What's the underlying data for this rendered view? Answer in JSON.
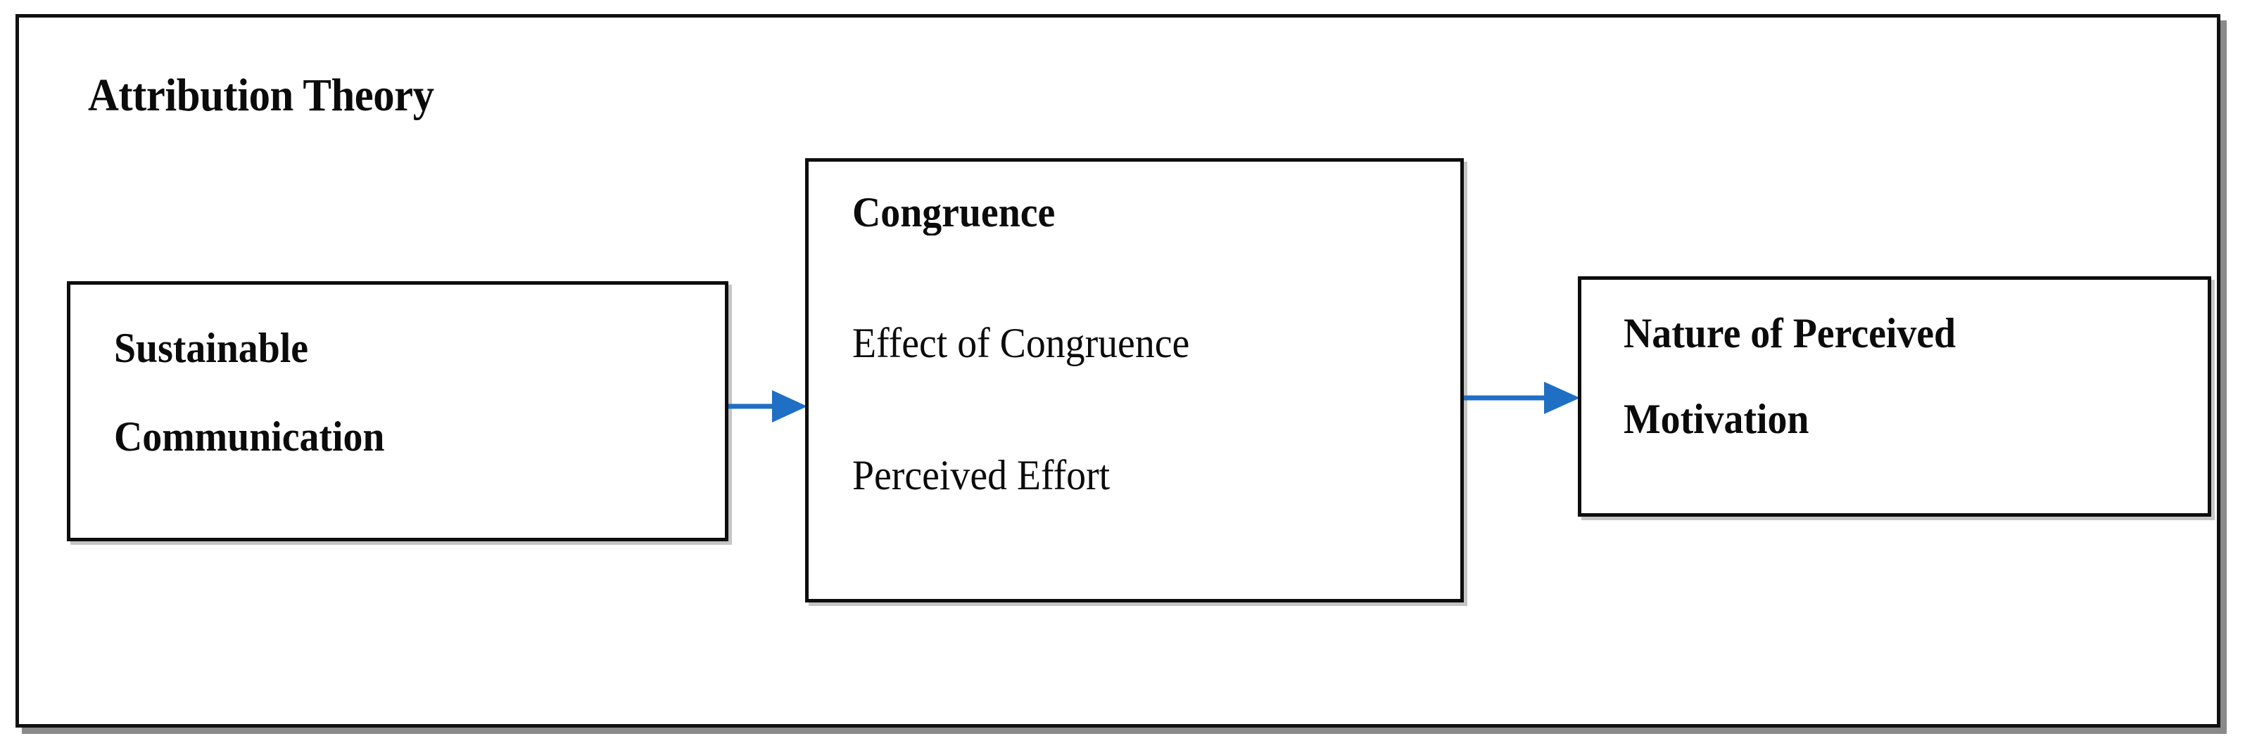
{
  "diagram": {
    "title": "Attribution Theory",
    "type": "flow-diagram",
    "frame": {
      "border_color": "#111111",
      "shadow_color": "#808080",
      "background": "#ffffff"
    },
    "accent_color": "#1f6fc4",
    "text_color": "#0b0b0b",
    "nodes": [
      {
        "id": "sustainable-communication",
        "role": "antecedent",
        "lines": [
          {
            "text": "Sustainable",
            "weight": "bold"
          },
          {
            "text": "Communication",
            "weight": "bold"
          }
        ]
      },
      {
        "id": "congruence",
        "role": "mediator",
        "lines": [
          {
            "text": "Congruence",
            "weight": "bold"
          },
          {
            "text": "Effect of Congruence",
            "weight": "regular"
          },
          {
            "text": "Perceived Effort",
            "weight": "regular"
          }
        ]
      },
      {
        "id": "perceived-motivation",
        "role": "outcome",
        "lines": [
          {
            "text": "Nature of Perceived",
            "weight": "bold"
          },
          {
            "text": "Motivation",
            "weight": "bold"
          }
        ]
      }
    ],
    "connectors": [
      {
        "id": "sc-to-congruence",
        "from": "sustainable-communication",
        "to": "congruence",
        "style": "single-headed-arrow",
        "color": "#1f6fc4"
      },
      {
        "id": "congruence-to-motivation",
        "from": "congruence",
        "to": "perceived-motivation",
        "style": "single-headed-arrow",
        "color": "#1f6fc4"
      }
    ]
  }
}
